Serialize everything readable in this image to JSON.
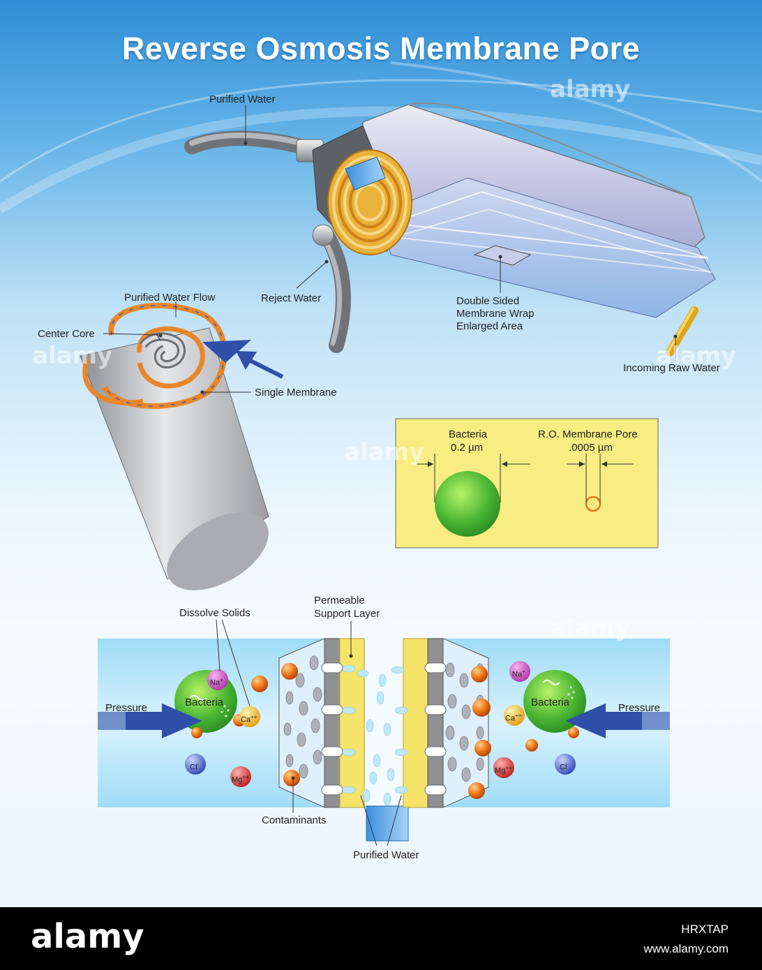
{
  "title": "Reverse Osmosis Membrane Pore",
  "cartridge": {
    "purified_water": "Purified Water",
    "reject_water": "Reject Water",
    "membrane_wrap": [
      "Double Sided",
      "Membrane Wrap",
      "Enlarged Area"
    ],
    "incoming": "Incoming Raw Water"
  },
  "roll": {
    "flow": "Purified Water Flow",
    "core": "Center Core",
    "single": "Single Membrane"
  },
  "size_box": {
    "bacteria": "Bacteria",
    "bacteria_size": "0.2 µm",
    "pore": "R.O. Membrane Pore",
    "pore_size": ".0005 µm"
  },
  "cross_section": {
    "dissolve": "Dissolve Solids",
    "support": [
      "Permeable",
      "Support Layer"
    ],
    "pressure_left": "Pressure",
    "pressure_right": "Pressure",
    "bacteria_left": "Bacteria",
    "bacteria_right": "Bacteria",
    "contaminants": "Contaminants",
    "purified": "Purified Water",
    "ions": {
      "na": "Na",
      "na_charge": "+",
      "ca": "Ca",
      "ca_charge": "++",
      "cl": "Cl",
      "cl_charge": "-",
      "mg": "Mg",
      "mg_charge": "++"
    }
  },
  "watermark": "alamy",
  "footer": {
    "logo": "alamy",
    "code": "HRXTAP",
    "url": "www.alamy.com"
  },
  "colors": {
    "accent_orange": "#f08a24",
    "membrane_yellow": "#f6e36a",
    "bacteria_green": "#5cc23a",
    "arrow_blue": "#2f4fa8",
    "size_box_bg": "#f7ed82"
  }
}
